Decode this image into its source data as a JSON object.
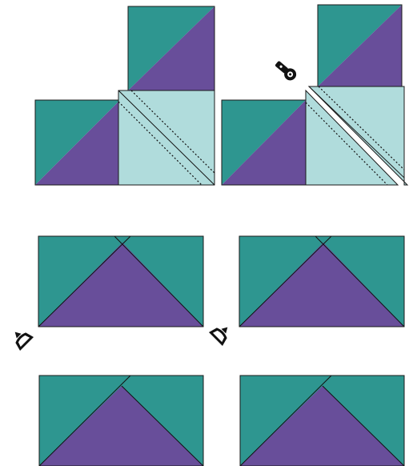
{
  "colors": {
    "teal": "#2e9690",
    "purple": "#684e9a",
    "light_aqua": "#b0dcdc",
    "outline": "#1a1a1a",
    "seam_line": "#111111",
    "tool": "#111111",
    "background": "#ffffff"
  },
  "icons": {
    "rotary_cutter": "rotary-cutter-icon",
    "press_arrow_left": "iron-press-icon",
    "press_arrow_right": "iron-press-icon"
  },
  "steps": [
    {
      "name": "sew-step",
      "description_shown": ""
    },
    {
      "name": "cut-step",
      "description_shown": ""
    },
    {
      "name": "press-step",
      "description_shown": ""
    },
    {
      "name": "result-step",
      "description_shown": ""
    }
  ]
}
